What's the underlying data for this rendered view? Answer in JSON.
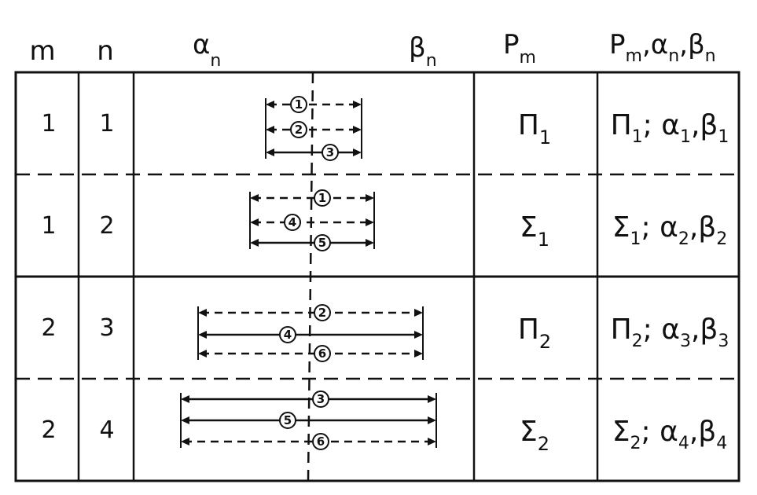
{
  "headers": [
    {
      "id": "m",
      "text": "m"
    },
    {
      "id": "n",
      "text": "n"
    },
    {
      "id": "alpha",
      "text": "α",
      "sub": "n"
    },
    {
      "id": "beta",
      "text": "β",
      "sub": "n"
    },
    {
      "id": "p",
      "text": "P",
      "sub": "m"
    },
    {
      "id": "combo",
      "text": "P",
      "sub": "m",
      "rest": ",α",
      "sub2": "n",
      "rest2": ",β",
      "sub3": "n"
    }
  ],
  "rows": [
    {
      "m": "1",
      "n": "1",
      "p": {
        "sym": "Π",
        "sub": "1"
      },
      "combo": {
        "sym": "Π",
        "sub": "1",
        "sep": ";",
        "a": "α",
        "asub": "1",
        "b": "β",
        "bsub": "1"
      },
      "bars": [
        {
          "label": "1",
          "style": "dashed"
        },
        {
          "label": "2",
          "style": "dashed"
        },
        {
          "label": "3",
          "style": "solid"
        }
      ]
    },
    {
      "m": "1",
      "n": "2",
      "p": {
        "sym": "Σ",
        "sub": "1"
      },
      "combo": {
        "sym": "Σ",
        "sub": "1",
        "sep": ";",
        "a": "α",
        "asub": "2",
        "b": "β",
        "bsub": "2"
      },
      "bars": [
        {
          "label": "1",
          "style": "dashed"
        },
        {
          "label": "4",
          "style": "dashed"
        },
        {
          "label": "5",
          "style": "solid"
        }
      ]
    },
    {
      "m": "2",
      "n": "3",
      "p": {
        "sym": "Π",
        "sub": "2"
      },
      "combo": {
        "sym": "Π",
        "sub": "2",
        "sep": ";",
        "a": "α",
        "asub": "3",
        "b": "β",
        "bsub": "3"
      },
      "bars": [
        {
          "label": "2",
          "style": "dashed"
        },
        {
          "label": "4",
          "style": "solid"
        },
        {
          "label": "6",
          "style": "dashed"
        }
      ]
    },
    {
      "m": "2",
      "n": "4",
      "p": {
        "sym": "Σ",
        "sub": "2"
      },
      "combo": {
        "sym": "Σ",
        "sub": "2",
        "sep": ";",
        "a": "α",
        "asub": "4",
        "b": "β",
        "bsub": "4"
      },
      "bars": [
        {
          "label": "3",
          "style": "solid"
        },
        {
          "label": "5",
          "style": "solid"
        },
        {
          "label": "6",
          "style": "dashed"
        }
      ]
    }
  ],
  "colors": {
    "ink": "#111111",
    "paper": "#ffffff"
  }
}
